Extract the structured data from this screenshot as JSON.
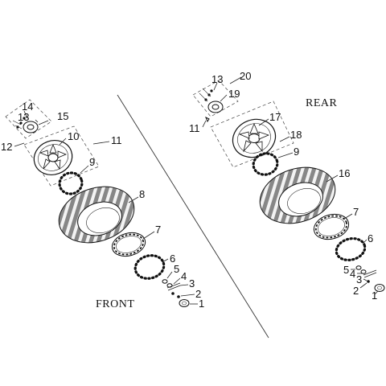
{
  "sections": {
    "front_label": "FRONT",
    "rear_label": "REAR"
  },
  "front_callouts": [
    "14",
    "13",
    "15",
    "12",
    "10",
    "11",
    "9",
    "8",
    "7",
    "6",
    "5",
    "4",
    "3",
    "2",
    "1"
  ],
  "rear_callouts": [
    "13",
    "20",
    "19",
    "11",
    "17",
    "18",
    "9",
    "16",
    "7",
    "6",
    "5",
    "4",
    "3",
    "2",
    "1"
  ]
}
